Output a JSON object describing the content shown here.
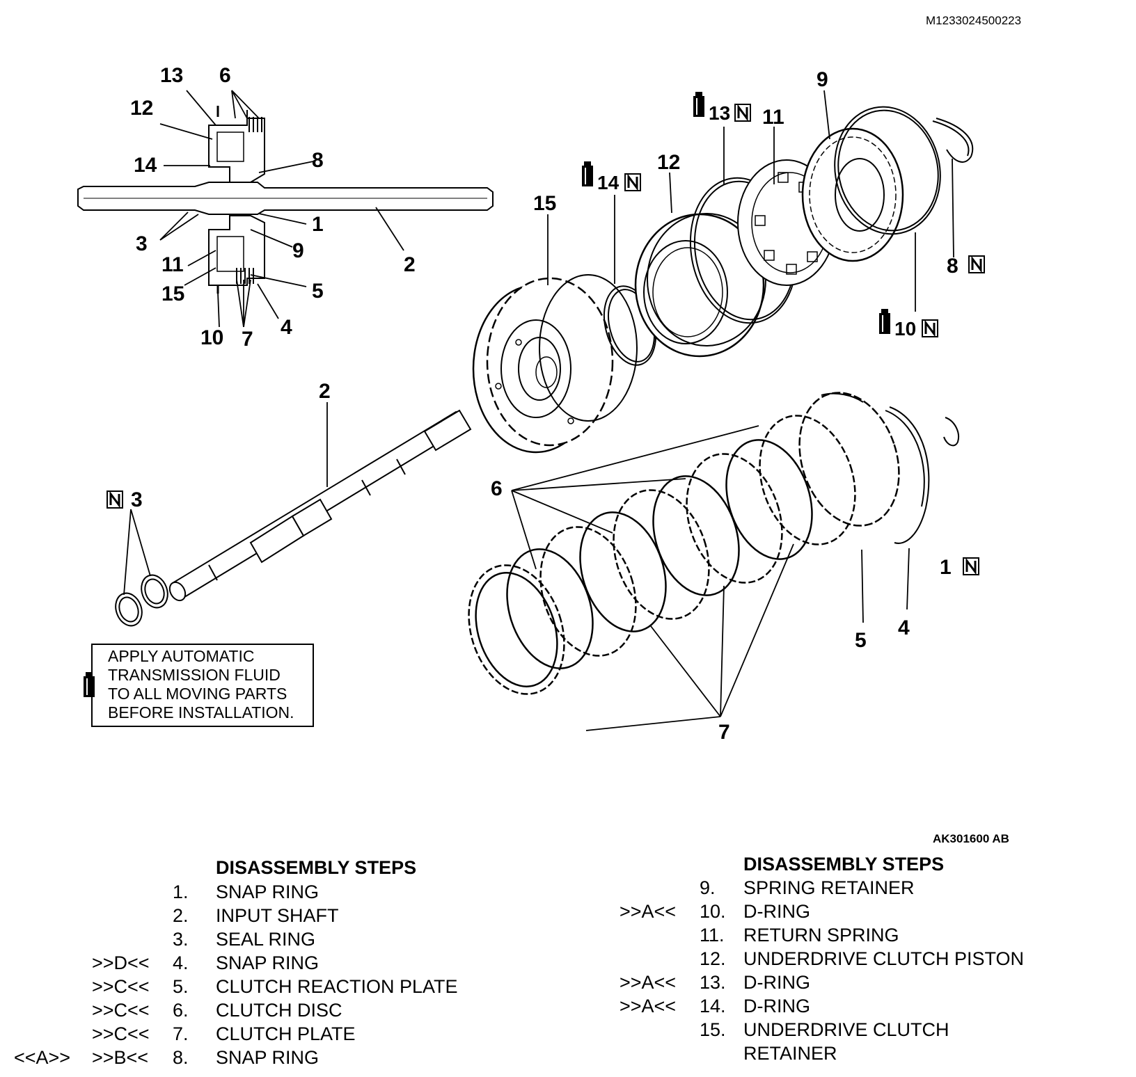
{
  "doc_id": "M1233024500223",
  "figure_code": "AK301600 AB",
  "note": "APPLY AUTOMATIC\nTRANSMISSION FLUID\nTO ALL MOVING PARTS\nBEFORE INSTALLATION.",
  "callouts": {
    "sec": [
      "13",
      "6",
      "12",
      "14",
      "8",
      "3",
      "1",
      "9",
      "11",
      "2",
      "15",
      "5",
      "10",
      "7",
      "4"
    ],
    "exp_9": "9",
    "exp_11": "11",
    "exp_13": "13",
    "exp_12": "12",
    "exp_14": "14",
    "exp_15": "15",
    "exp_8": "8",
    "exp_10": "10",
    "exp_2": "2",
    "exp_3": "3",
    "exp_6": "6",
    "exp_1": "1",
    "exp_5": "5",
    "exp_4": "4",
    "exp_7": "7"
  },
  "steps_left": {
    "heading": "DISASSEMBLY STEPS",
    "rows": [
      {
        "num": "1.",
        "name": "SNAP RING",
        "m1": "",
        "m2": ""
      },
      {
        "num": "2.",
        "name": "INPUT SHAFT",
        "m1": "",
        "m2": ""
      },
      {
        "num": "3.",
        "name": "SEAL RING",
        "m1": "",
        "m2": ""
      },
      {
        "num": "4.",
        "name": "SNAP RING",
        "m1": "",
        "m2": ">>D<<"
      },
      {
        "num": "5.",
        "name": "CLUTCH REACTION PLATE",
        "m1": "",
        "m2": ">>C<<"
      },
      {
        "num": "6.",
        "name": "CLUTCH DISC",
        "m1": "",
        "m2": ">>C<<"
      },
      {
        "num": "7.",
        "name": "CLUTCH PLATE",
        "m1": "",
        "m2": ">>C<<"
      },
      {
        "num": "8.",
        "name": "SNAP RING",
        "m1": "<<A>>",
        "m2": ">>B<<"
      }
    ]
  },
  "steps_right": {
    "heading": "DISASSEMBLY STEPS",
    "rows": [
      {
        "num": "9.",
        "name": "SPRING RETAINER",
        "m": ""
      },
      {
        "num": "10.",
        "name": "D-RING",
        "m": ">>A<<"
      },
      {
        "num": "11.",
        "name": "RETURN SPRING",
        "m": ""
      },
      {
        "num": "12.",
        "name": "UNDERDRIVE CLUTCH PISTON",
        "m": ""
      },
      {
        "num": "13.",
        "name": "D-RING",
        "m": ">>A<<"
      },
      {
        "num": "14.",
        "name": "D-RING",
        "m": ">>A<<"
      },
      {
        "num": "15.",
        "name": "UNDERDRIVE CLUTCH",
        "m": ""
      },
      {
        "num": "",
        "name": "RETAINER",
        "m": ""
      }
    ]
  },
  "icons": [
    "fluid-bottle-icon",
    "new-part-icon"
  ]
}
